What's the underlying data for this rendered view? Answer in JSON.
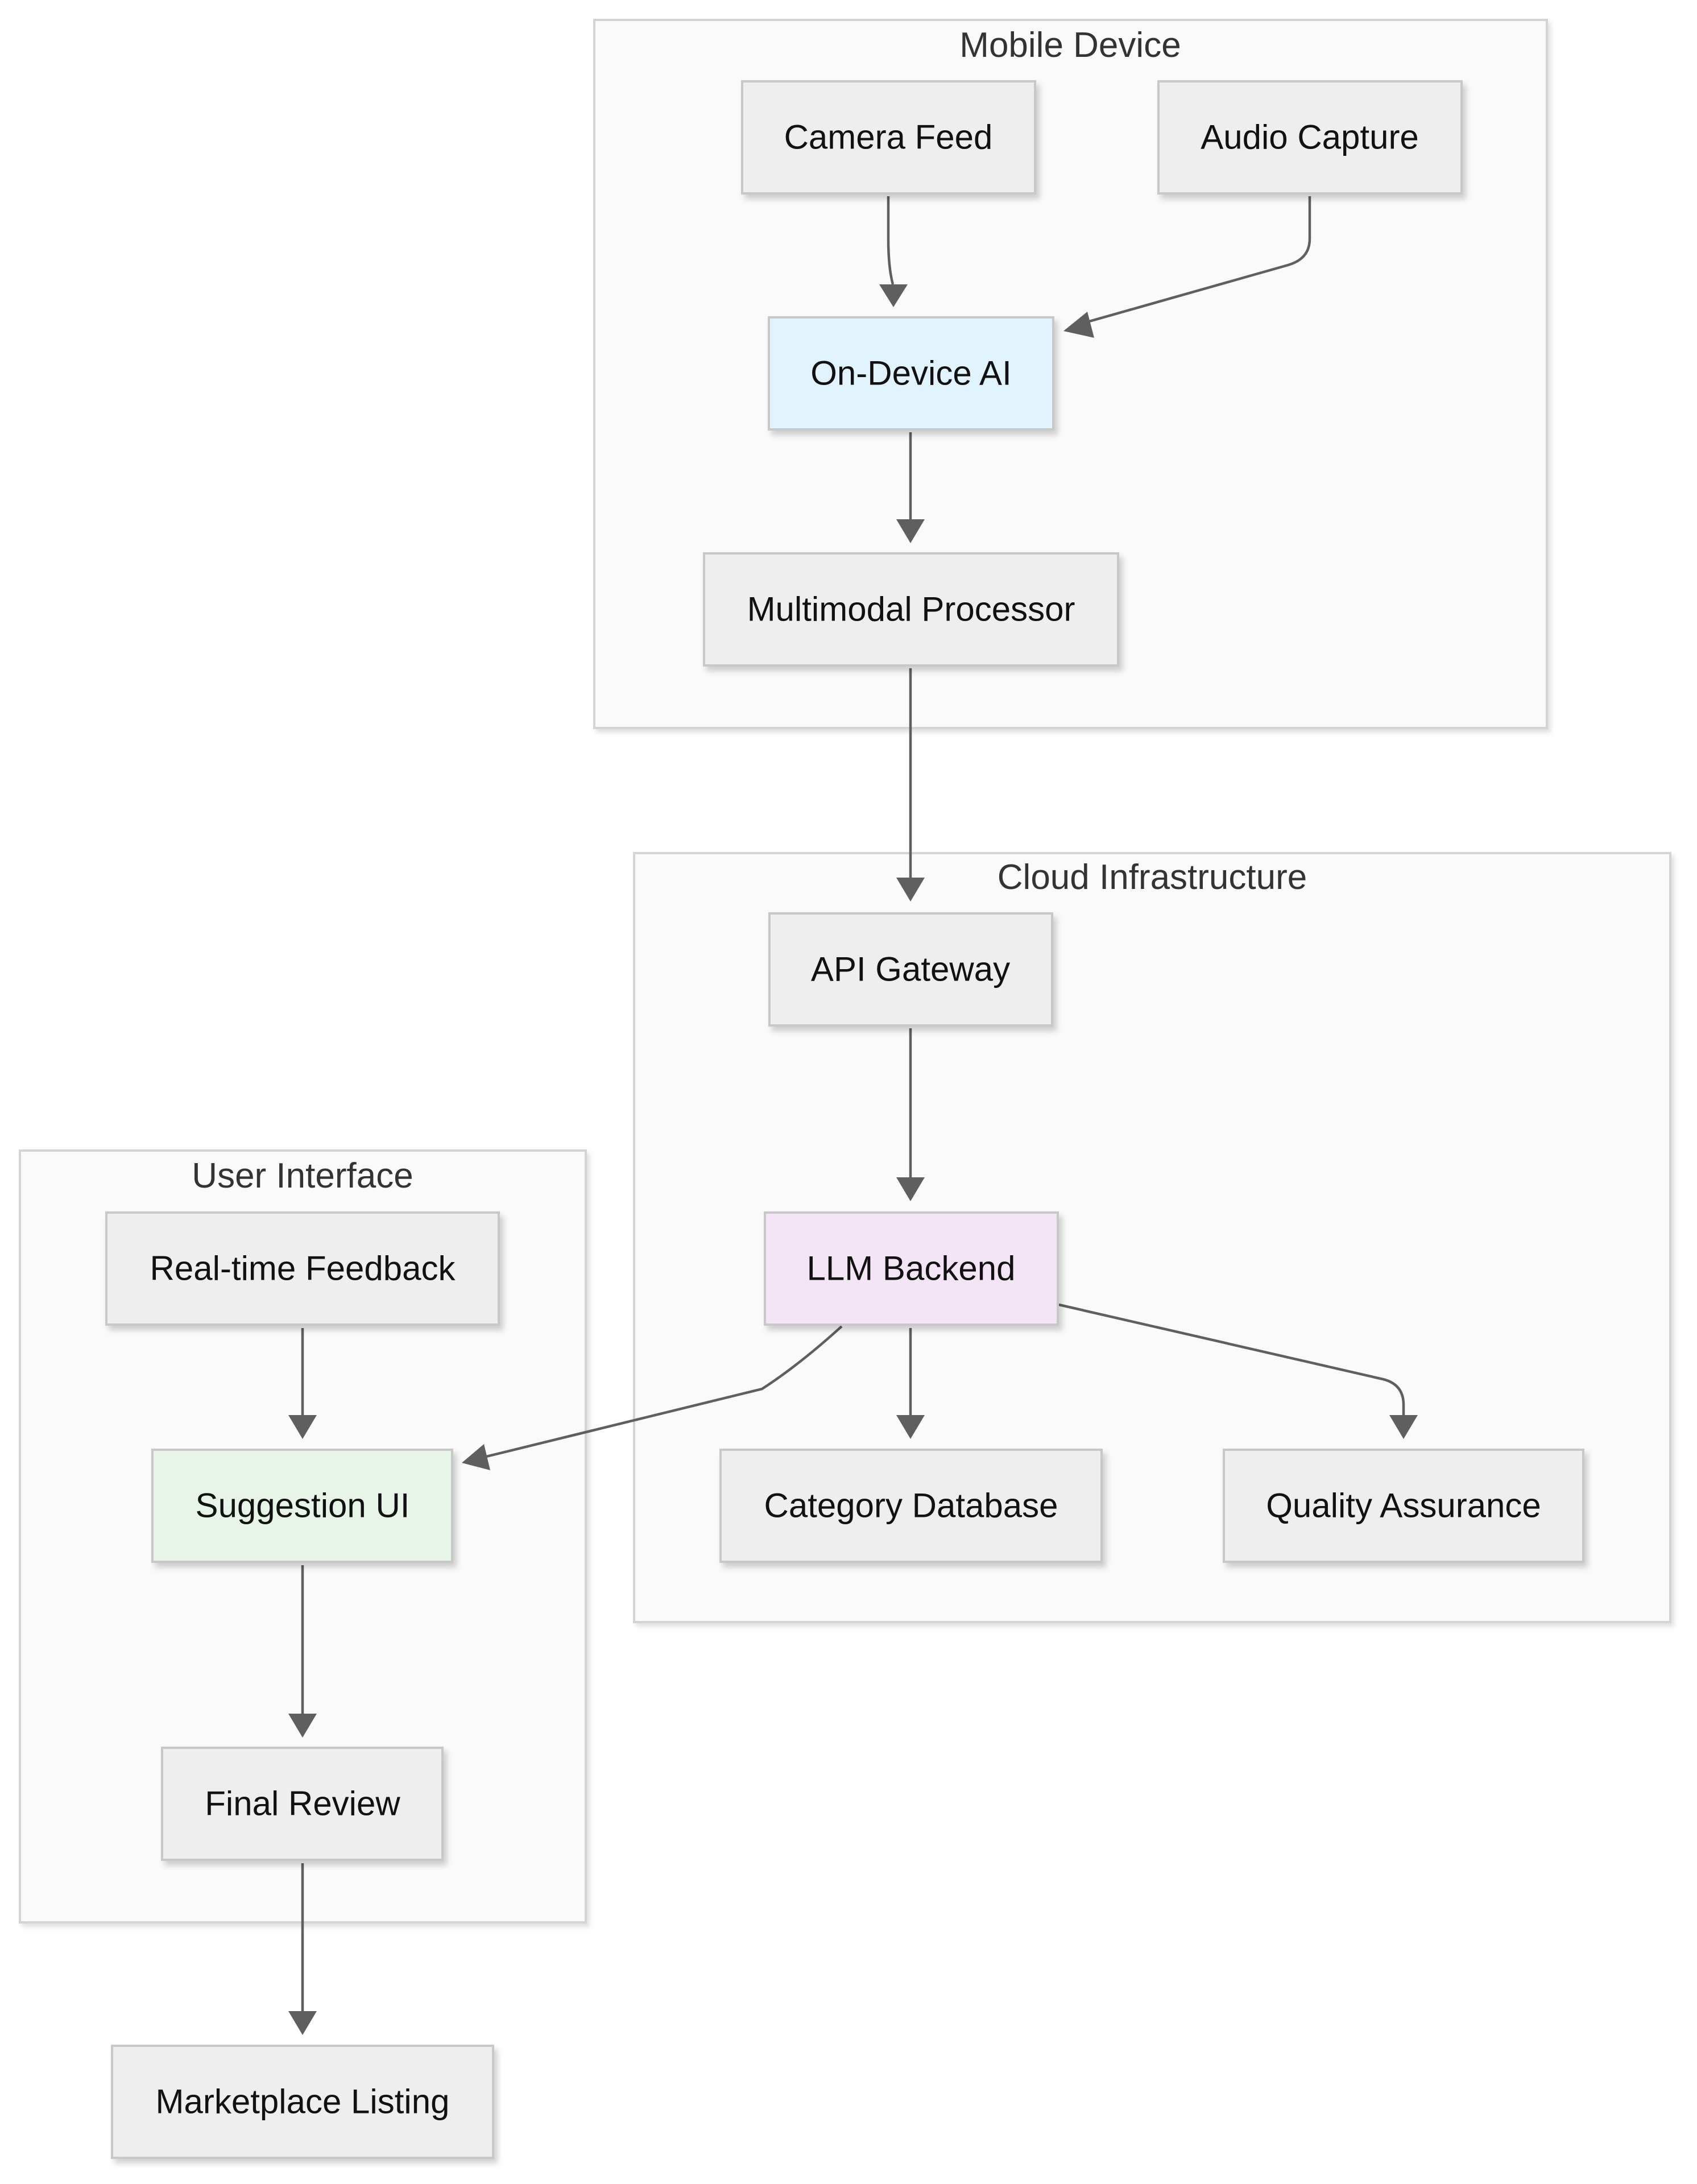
{
  "diagram": {
    "clusters": {
      "mobile_device": {
        "label": "Mobile Device"
      },
      "cloud_infrastructure": {
        "label": "Cloud Infrastructure"
      },
      "user_interface": {
        "label": "User Interface"
      }
    },
    "nodes": {
      "camera_feed": {
        "label": "Camera Feed",
        "fill": "#eeeeee"
      },
      "audio_capture": {
        "label": "Audio Capture",
        "fill": "#eeeeee"
      },
      "on_device_ai": {
        "label": "On-Device AI",
        "fill": "#e1f4fd"
      },
      "multimodal_processor": {
        "label": "Multimodal Processor",
        "fill": "#eeeeee"
      },
      "api_gateway": {
        "label": "API Gateway",
        "fill": "#eeeeee"
      },
      "llm_backend": {
        "label": "LLM Backend",
        "fill": "#f4e5f6"
      },
      "category_database": {
        "label": "Category Database",
        "fill": "#eeeeee"
      },
      "quality_assurance": {
        "label": "Quality Assurance",
        "fill": "#eeeeee"
      },
      "realtime_feedback": {
        "label": "Real-time Feedback",
        "fill": "#eeeeee"
      },
      "suggestion_ui": {
        "label": "Suggestion UI",
        "fill": "#e9f4e9"
      },
      "final_review": {
        "label": "Final Review",
        "fill": "#eeeeee"
      },
      "marketplace_listing": {
        "label": "Marketplace Listing",
        "fill": "#eeeeee"
      }
    },
    "edges": [
      {
        "from": "Camera Feed",
        "to": "On-Device AI"
      },
      {
        "from": "Audio Capture",
        "to": "On-Device AI"
      },
      {
        "from": "On-Device AI",
        "to": "Multimodal Processor"
      },
      {
        "from": "Multimodal Processor",
        "to": "API Gateway"
      },
      {
        "from": "API Gateway",
        "to": "LLM Backend"
      },
      {
        "from": "LLM Backend",
        "to": "Suggestion UI"
      },
      {
        "from": "LLM Backend",
        "to": "Category Database"
      },
      {
        "from": "LLM Backend",
        "to": "Quality Assurance"
      },
      {
        "from": "Real-time Feedback",
        "to": "Suggestion UI"
      },
      {
        "from": "Suggestion UI",
        "to": "Final Review"
      },
      {
        "from": "Final Review",
        "to": "Marketplace Listing"
      }
    ],
    "colors": {
      "edge": "#5f5f5f",
      "cluster_fill": "#fafafa",
      "cluster_border": "#d4d4d4",
      "node_border": "#c8c8c8"
    }
  }
}
